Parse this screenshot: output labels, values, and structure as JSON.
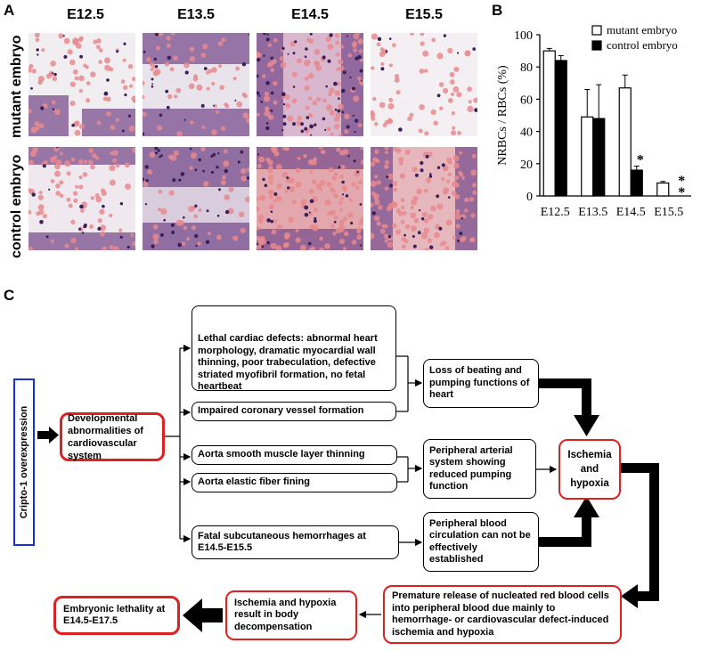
{
  "panel_a": {
    "letter": "A",
    "columns": [
      "E12.5",
      "E13.5",
      "E14.5",
      "E15.5"
    ],
    "rows": [
      "mutant embryo",
      "control embryo"
    ]
  },
  "panel_b": {
    "letter": "B"
  },
  "panel_c": {
    "letter": "C"
  },
  "chart_data": {
    "type": "bar",
    "ylabel": "NRBCs / RBCs (%)",
    "xlabel": "",
    "ylim": [
      0,
      100
    ],
    "yticks": [
      "0",
      "20",
      "40",
      "60",
      "80",
      "100"
    ],
    "categories": [
      "E12.5",
      "E13.5",
      "E14.5",
      "E15.5"
    ],
    "series": [
      {
        "name": "mutant embryo",
        "color": "#ffffff",
        "values": [
          90,
          49,
          67,
          8
        ],
        "errors": [
          1.5,
          17,
          8,
          1
        ]
      },
      {
        "name": "control embryo",
        "color": "#000000",
        "values": [
          84,
          48,
          16,
          0
        ],
        "errors": [
          3,
          21,
          2.5,
          0
        ]
      }
    ],
    "annotations": [
      {
        "category": "E14.5",
        "text": "*"
      },
      {
        "category": "E15.5",
        "text": "**"
      }
    ],
    "legend_position": "top-right"
  },
  "flow": {
    "cripto": "Cripto-1 overexpression",
    "developmental": "Developmental abnormalities of cardiovascular system",
    "lethal_defects": "Lethal cardiac defects: abnormal heart morphology, dramatic myocardial wall thinning, poor trabeculation, defective striated myofibril formation, no fetal heartbeat",
    "coronary": "Impaired coronary vessel formation",
    "aorta_smooth": "Aorta smooth muscle layer thinning",
    "aorta_elastic": "Aorta elastic fiber fining",
    "hemorrhage": "Fatal subcutaneous hemorrhages at E14.5-E15.5",
    "loss_beating": "Loss of beating and pumping functions of heart",
    "peripheral_arterial": "Peripheral arterial system showing reduced pumping function",
    "peripheral_blood": "Peripheral blood circulation can not be effectively established",
    "ischemia": "Ischemia and hypoxia",
    "premature": "Premature release of nucleated red blood cells into peripheral blood due mainly to hemorrhage- or cardiovascular defect-induced ischemia and hypoxia",
    "decompensation": "Ischemia and hypoxia result in body decompensation",
    "lethality": "Embryonic lethality at E14.5-E17.5"
  }
}
